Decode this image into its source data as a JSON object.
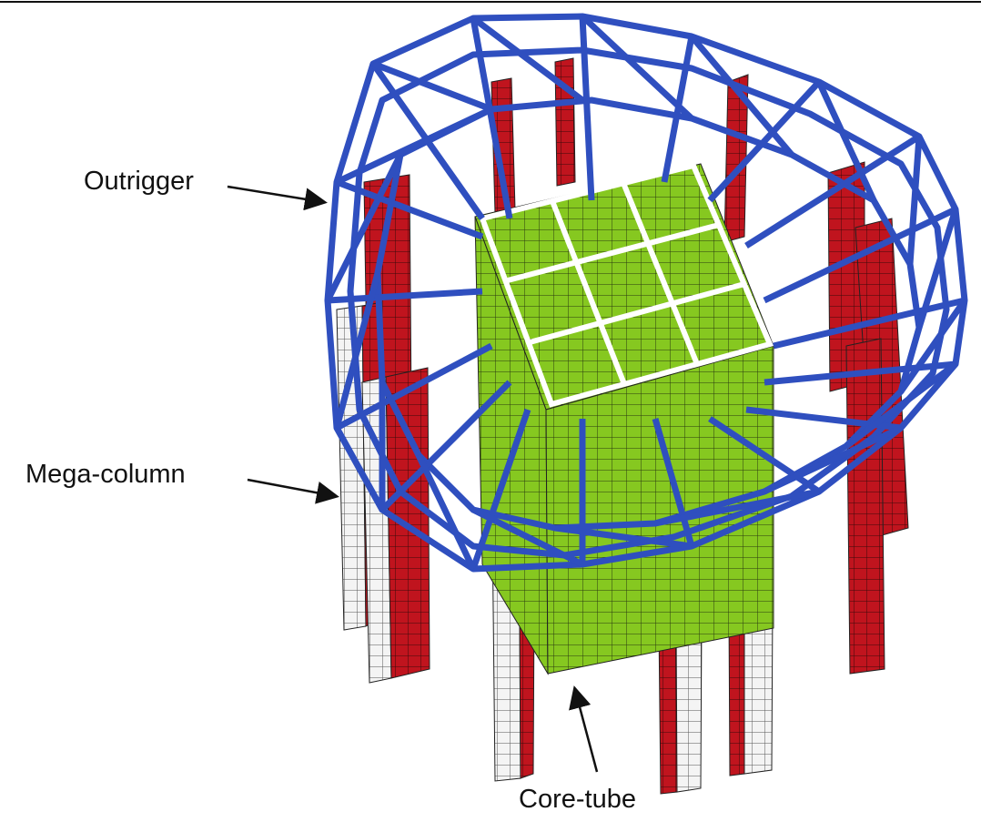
{
  "labels": {
    "outrigger": "Outrigger",
    "mega_column": "Mega-column",
    "core_tube": "Core-tube"
  },
  "colors": {
    "outrigger": "#2f4fbf",
    "mega_column_red": "#c0141e",
    "mega_column_white": "#f4f4f4",
    "core_tube": "#86c820",
    "slab_edge": "#ffffff",
    "mesh_line": "#222222"
  },
  "icons": [
    "arrow-icon"
  ]
}
